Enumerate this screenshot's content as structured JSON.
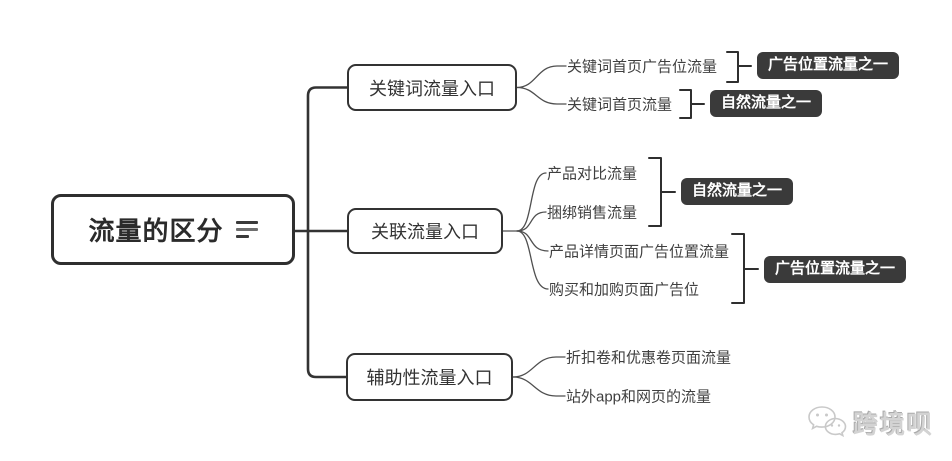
{
  "root": {
    "label": "流量的区分"
  },
  "branches": [
    {
      "label": "关键词流量入口",
      "leaves": [
        "关键词首页广告位流量",
        "关键词首页流量"
      ]
    },
    {
      "label": "关联流量入口",
      "leaves": [
        "产品对比流量",
        "捆绑销售流量",
        "产品详情页面广告位置流量",
        "购买和加购页面广告位"
      ]
    },
    {
      "label": "辅助性流量入口",
      "leaves": [
        "折扣卷和优惠卷页面流量",
        "站外app和网页的流量"
      ]
    }
  ],
  "summaries": [
    {
      "label": "广告位置流量之一"
    },
    {
      "label": "自然流量之一"
    },
    {
      "label": "自然流量之一"
    },
    {
      "label": "广告位置流量之一"
    }
  ],
  "watermark": {
    "label": "跨境呗"
  },
  "icons": {
    "root_note_icon": "notes-icon",
    "watermark_icon": "wechat-chat-bubbles-icon"
  },
  "colors": {
    "node_border": "#333333",
    "summary_background": "#3a3a3a",
    "summary_text": "#ffffff",
    "leaf_text": "#3f3f3f",
    "connector_thick": "#333333",
    "connector_thin": "#4f4f4f",
    "watermark_gray": "#c9c9c9",
    "background": "#ffffff"
  }
}
